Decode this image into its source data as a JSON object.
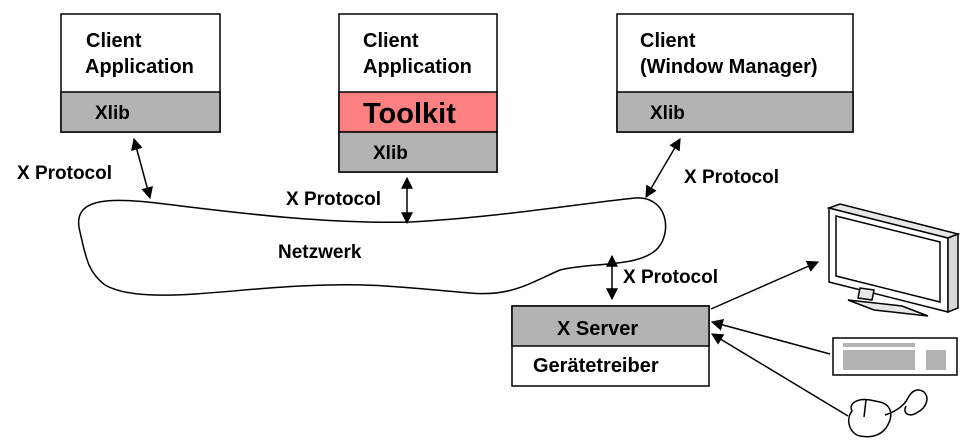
{
  "diagram": {
    "clients": [
      {
        "line1": "Client",
        "line2": "Application",
        "lib": "Xlib"
      },
      {
        "line1": "Client",
        "line2": "Application",
        "toolkit": "Toolkit",
        "lib": "Xlib"
      },
      {
        "line1": "Client",
        "line2": "(Window Manager)",
        "lib": "Xlib"
      }
    ],
    "network_label": "Netzwerk",
    "protocol_labels": [
      "X Protocol",
      "X Protocol",
      "X Protocol",
      "X Protocol"
    ],
    "server": {
      "title": "X Server",
      "driver": "Gerätetreiber"
    },
    "devices": {
      "monitor": "monitor-icon",
      "keyboard": "keyboard-icon",
      "mouse": "mouse-icon"
    },
    "colors": {
      "lib_fill": "#b3b3b3",
      "toolkit_fill": "#ff8080",
      "outline": "#000000"
    }
  }
}
